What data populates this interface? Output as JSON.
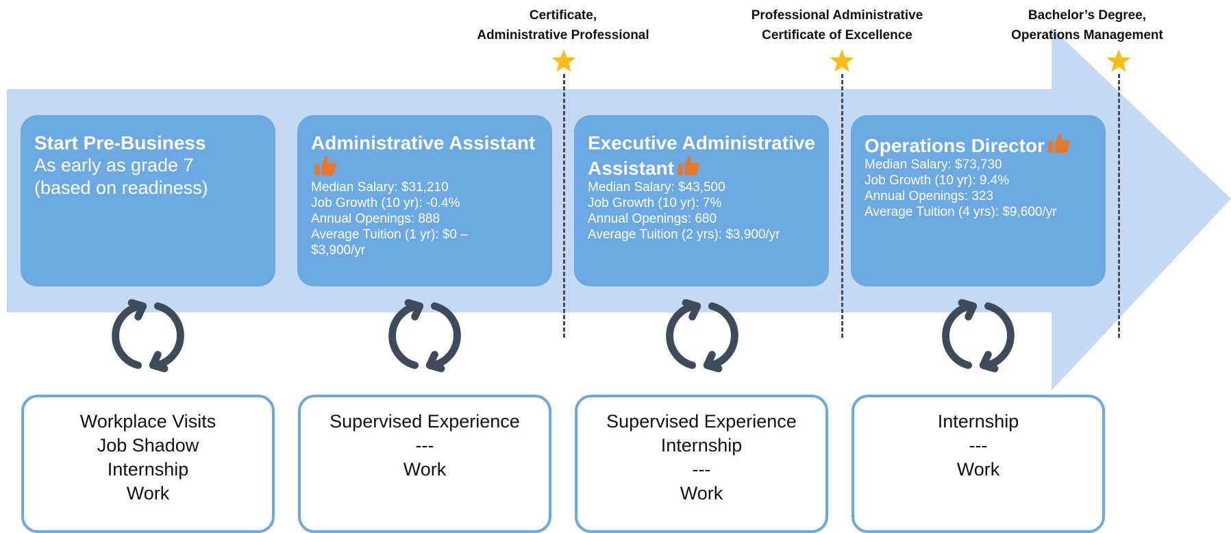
{
  "credentials": [
    {
      "line1": "Certificate,",
      "line2": "Administrative Professional"
    },
    {
      "line1": "Professional Administrative",
      "line2": "Certificate of Excellence"
    },
    {
      "line1": "Bachelor’s Degree,",
      "line2": "Operations Management"
    }
  ],
  "cards": [
    {
      "title": "Start Pre-Business",
      "sub1": "As early as grade 7",
      "sub2": "(based on readiness)"
    },
    {
      "title": "Administrative Assistant",
      "lines": [
        "Median Salary: $31,210",
        "Job Growth (10 yr): -0.4%",
        "Annual Openings: 888",
        "Average Tuition (1 yr): $0 –",
        "$3,900/yr"
      ]
    },
    {
      "title1": "Executive Administrative",
      "title2": "Assistant",
      "lines": [
        "Median Salary: $43,500",
        "Job Growth (10 yr): 7%",
        "Annual Openings: 680",
        "Average Tuition (2 yrs): $3,900/yr"
      ]
    },
    {
      "title": "Operations Director",
      "lines": [
        "Median Salary: $73,730",
        "Job Growth (10 yr): 9.4%",
        "Annual Openings: 323",
        "Average Tuition (4 yrs): $9,600/yr"
      ]
    }
  ],
  "experiences": [
    [
      "Workplace Visits",
      "Job Shadow",
      "Internship",
      "Work"
    ],
    [
      "Supervised Experience",
      "---",
      "Work"
    ],
    [
      "Supervised Experience",
      "Internship",
      "---",
      "Work"
    ],
    [
      "Internship",
      "---",
      "Work"
    ]
  ],
  "colors": {
    "arrow": "#c4daf4",
    "card": "#6ca9e3",
    "star": "#f7be1b",
    "thumb": "#e8772e",
    "cycle": "#3f4a5a"
  },
  "icons": [
    "star-icon",
    "thumbs-up-icon",
    "cycle-arrows-icon"
  ]
}
